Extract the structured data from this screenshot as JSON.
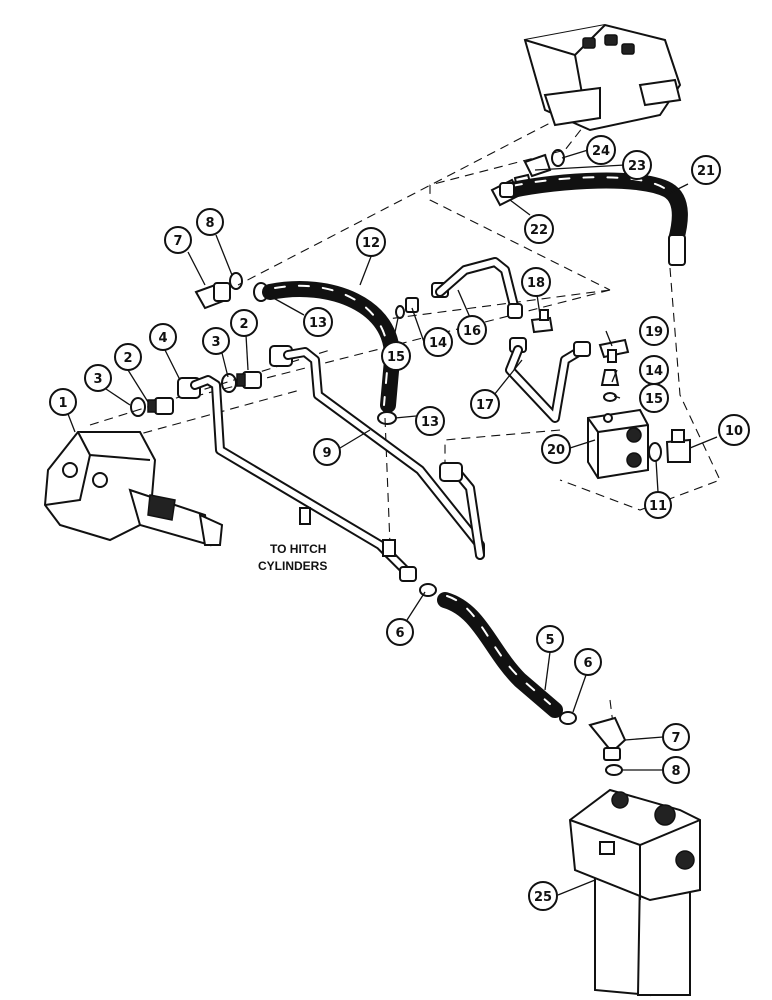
{
  "annotation": {
    "line1": "TO HITCH",
    "line2": "CYLINDERS"
  },
  "callouts": {
    "c1": "1",
    "c2a": "2",
    "c2b": "2",
    "c3a": "3",
    "c3b": "3",
    "c4": "4",
    "c5": "5",
    "c6a": "6",
    "c6b": "6",
    "c7a": "7",
    "c7b": "7",
    "c8a": "8",
    "c8b": "8",
    "c9": "9",
    "c10": "10",
    "c11": "11",
    "c12": "12",
    "c13a": "13",
    "c13b": "13",
    "c14a": "14",
    "c14b": "14",
    "c15a": "15",
    "c15b": "15",
    "c16": "16",
    "c17": "17",
    "c18": "18",
    "c19": "19",
    "c20": "20",
    "c21": "21",
    "c22": "22",
    "c23": "23",
    "c24": "24",
    "c25": "25"
  },
  "parts": [
    {
      "ref": "1",
      "icon": "hitch-control-valve"
    },
    {
      "ref": "2",
      "icon": "straight-adapter"
    },
    {
      "ref": "3",
      "icon": "o-ring"
    },
    {
      "ref": "4",
      "icon": "tube-nut-fitting"
    },
    {
      "ref": "5",
      "icon": "suction-hose"
    },
    {
      "ref": "6",
      "icon": "hose-clamp"
    },
    {
      "ref": "7",
      "icon": "elbow-fitting"
    },
    {
      "ref": "8",
      "icon": "o-ring"
    },
    {
      "ref": "9",
      "icon": "return-tube"
    },
    {
      "ref": "10",
      "icon": "elbow-adapter"
    },
    {
      "ref": "11",
      "icon": "o-ring"
    },
    {
      "ref": "12",
      "icon": "hose"
    },
    {
      "ref": "13",
      "icon": "hose-clamp"
    },
    {
      "ref": "14",
      "icon": "adapter"
    },
    {
      "ref": "15",
      "icon": "o-ring"
    },
    {
      "ref": "16",
      "icon": "tube"
    },
    {
      "ref": "17",
      "icon": "tube"
    },
    {
      "ref": "18",
      "icon": "tee-fitting"
    },
    {
      "ref": "19",
      "icon": "tee-fitting"
    },
    {
      "ref": "20",
      "icon": "manifold-block"
    },
    {
      "ref": "21",
      "icon": "hose-assembly"
    },
    {
      "ref": "22",
      "icon": "adapter"
    },
    {
      "ref": "23",
      "icon": "adapter"
    },
    {
      "ref": "24",
      "icon": "o-ring"
    },
    {
      "ref": "25",
      "icon": "filter-assembly"
    }
  ],
  "colors": {
    "ink": "#111111",
    "paper": "#ffffff"
  }
}
